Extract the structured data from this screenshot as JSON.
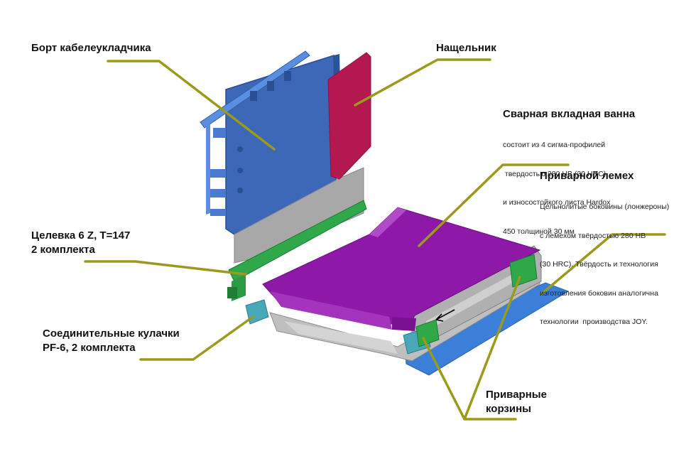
{
  "colors": {
    "leader_line": "#9a9a1c",
    "side_panel": "#3d68b8",
    "tailboard": "#b3184f",
    "pan": "#8e18a8",
    "chain": "#2fa84a",
    "base_blue": "#3b7fd8",
    "frame_grey": "#9e9e9e"
  },
  "labels": {
    "side_board": "Борт кабелеукладчика",
    "tailboard": "Нащельник",
    "welded_pan": {
      "title": "Сварная вкладная ванна",
      "lines": [
        "состоит из 4 сигма-профилей",
        " твердостью 280 HB (30 HRC)",
        "и износостойкого листа Hardox",
        "450 толщиной 30 мм"
      ]
    },
    "ploughshare": {
      "title": "Приварной лемех",
      "lines": [
        "Цельнолитые боковины (лонжероны)",
        "с лемехом твёрдостью 280 HB",
        "(30 HRC). Твёрдость и технология",
        "изготовления боковин аналогична",
        "технологии  производства JOY."
      ]
    },
    "chain": {
      "line1": "Целевка 6 Z, T=147",
      "line2": "2 комплекта"
    },
    "connectors": {
      "line1": "Соединительные кулачки",
      "line2": "PF-6, 2 комплекта"
    },
    "baskets": {
      "line1": "Приварные",
      "line2": "корзины"
    }
  }
}
